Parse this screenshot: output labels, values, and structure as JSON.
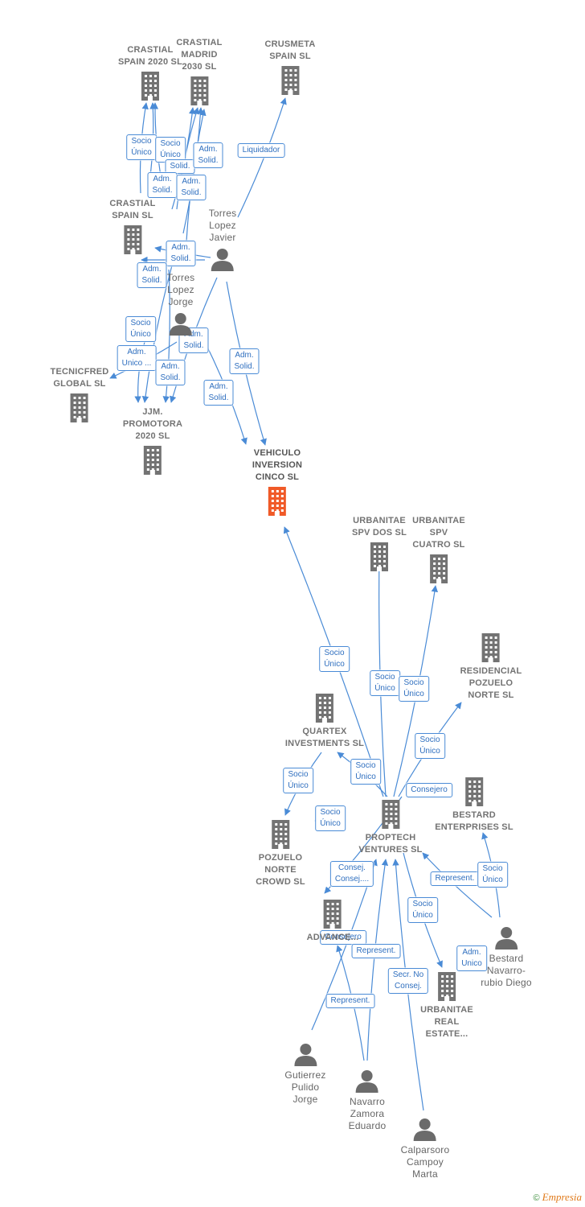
{
  "colors": {
    "edge": "#4a8bd6",
    "company": "#737373",
    "focus": "#f05a28",
    "person": "#6b6b6b"
  },
  "nodes": [
    {
      "id": "crastial2020",
      "type": "company",
      "label": "CRASTIAL\nSPAIN 2020  SL"
    },
    {
      "id": "crastialmadrid",
      "type": "company",
      "label": "CRASTIAL\nMADRID\n2030  SL"
    },
    {
      "id": "crusmeta",
      "type": "company",
      "label": "CRUSMETA\nSPAIN  SL"
    },
    {
      "id": "crastialspain",
      "type": "company",
      "label": "CRASTIAL\nSPAIN  SL"
    },
    {
      "id": "torresjavier",
      "type": "person",
      "label": "Torres\nLopez\nJavier"
    },
    {
      "id": "torresjorge",
      "type": "person",
      "label": "Torres\nLopez\nJorge"
    },
    {
      "id": "tecnicfred",
      "type": "company",
      "label": "TECNICFRED\nGLOBAL  SL"
    },
    {
      "id": "jjm",
      "type": "company",
      "label": "JJM.\nPROMOTORA\n2020  SL"
    },
    {
      "id": "vehiculo",
      "type": "company",
      "focus": true,
      "label": "VEHICULO\nINVERSION\nCINCO  SL"
    },
    {
      "id": "urbdos",
      "type": "company",
      "label": "URBANITAE\nSPV DOS  SL"
    },
    {
      "id": "urbcuatro",
      "type": "company",
      "label": "URBANITAE\nSPV\nCUATRO  SL"
    },
    {
      "id": "residencial",
      "type": "company",
      "label": "RESIDENCIAL\nPOZUELO\nNORTE  SL"
    },
    {
      "id": "quartex",
      "type": "company",
      "label": "QUARTEX\nINVESTMENTS SL"
    },
    {
      "id": "bestard",
      "type": "company",
      "label": "BESTARD\nENTERPRISES SL"
    },
    {
      "id": "proptech",
      "type": "company",
      "label": "PROPTECH\nVENTURES  SL"
    },
    {
      "id": "pozuelo",
      "type": "company",
      "label": "POZUELO\nNORTE\nCROWD  SL"
    },
    {
      "id": "advance",
      "type": "company",
      "label": "ADVANCE..."
    },
    {
      "id": "bestarddiego",
      "type": "person",
      "label": "Bestard\nNavarro-\nrubio Diego"
    },
    {
      "id": "urbreal",
      "type": "company",
      "label": "URBANITAE\nREAL\nESTATE..."
    },
    {
      "id": "gutierrez",
      "type": "person",
      "label": "Gutierrez\nPulido\nJorge"
    },
    {
      "id": "navarro",
      "type": "person",
      "label": "Navarro\nZamora\nEduardo"
    },
    {
      "id": "calparsoro",
      "type": "person",
      "label": "Calparsoro\nCampoy\nMarta"
    }
  ],
  "edge_labels": [
    "Socio\nÚnico",
    "Socio\nÚnico",
    "Solid.",
    "Adm.\nSolid.",
    "Liquidador",
    "Adm.\nSolid.",
    "Adm.\nSolid.",
    "Adm.\nSolid.",
    "Adm.\nSolid.",
    "Socio\nÚnico",
    "Adm.\nSolid.",
    "Adm.\nUnico ...",
    "Adm.\nSolid.",
    "Adm.\nSolid.",
    "Adm.\nSolid.",
    "Socio\nÚnico",
    "Socio\nÚnico",
    "Socio\nÚnico",
    "Socio\nÚnico",
    "Socio\nÚnico",
    "Socio\nÚnico",
    "Consejero",
    "Socio\nÚnico",
    "Consej.\nConsej....",
    "Represent.",
    "Socio\nÚnico",
    "Socio\nÚnico",
    "Consejero",
    "Represent.",
    "Adm.\nUnico",
    "Secr.  No\nConsej.",
    "Represent."
  ],
  "credit": {
    "symbol": "©",
    "brand": "Empresia"
  }
}
